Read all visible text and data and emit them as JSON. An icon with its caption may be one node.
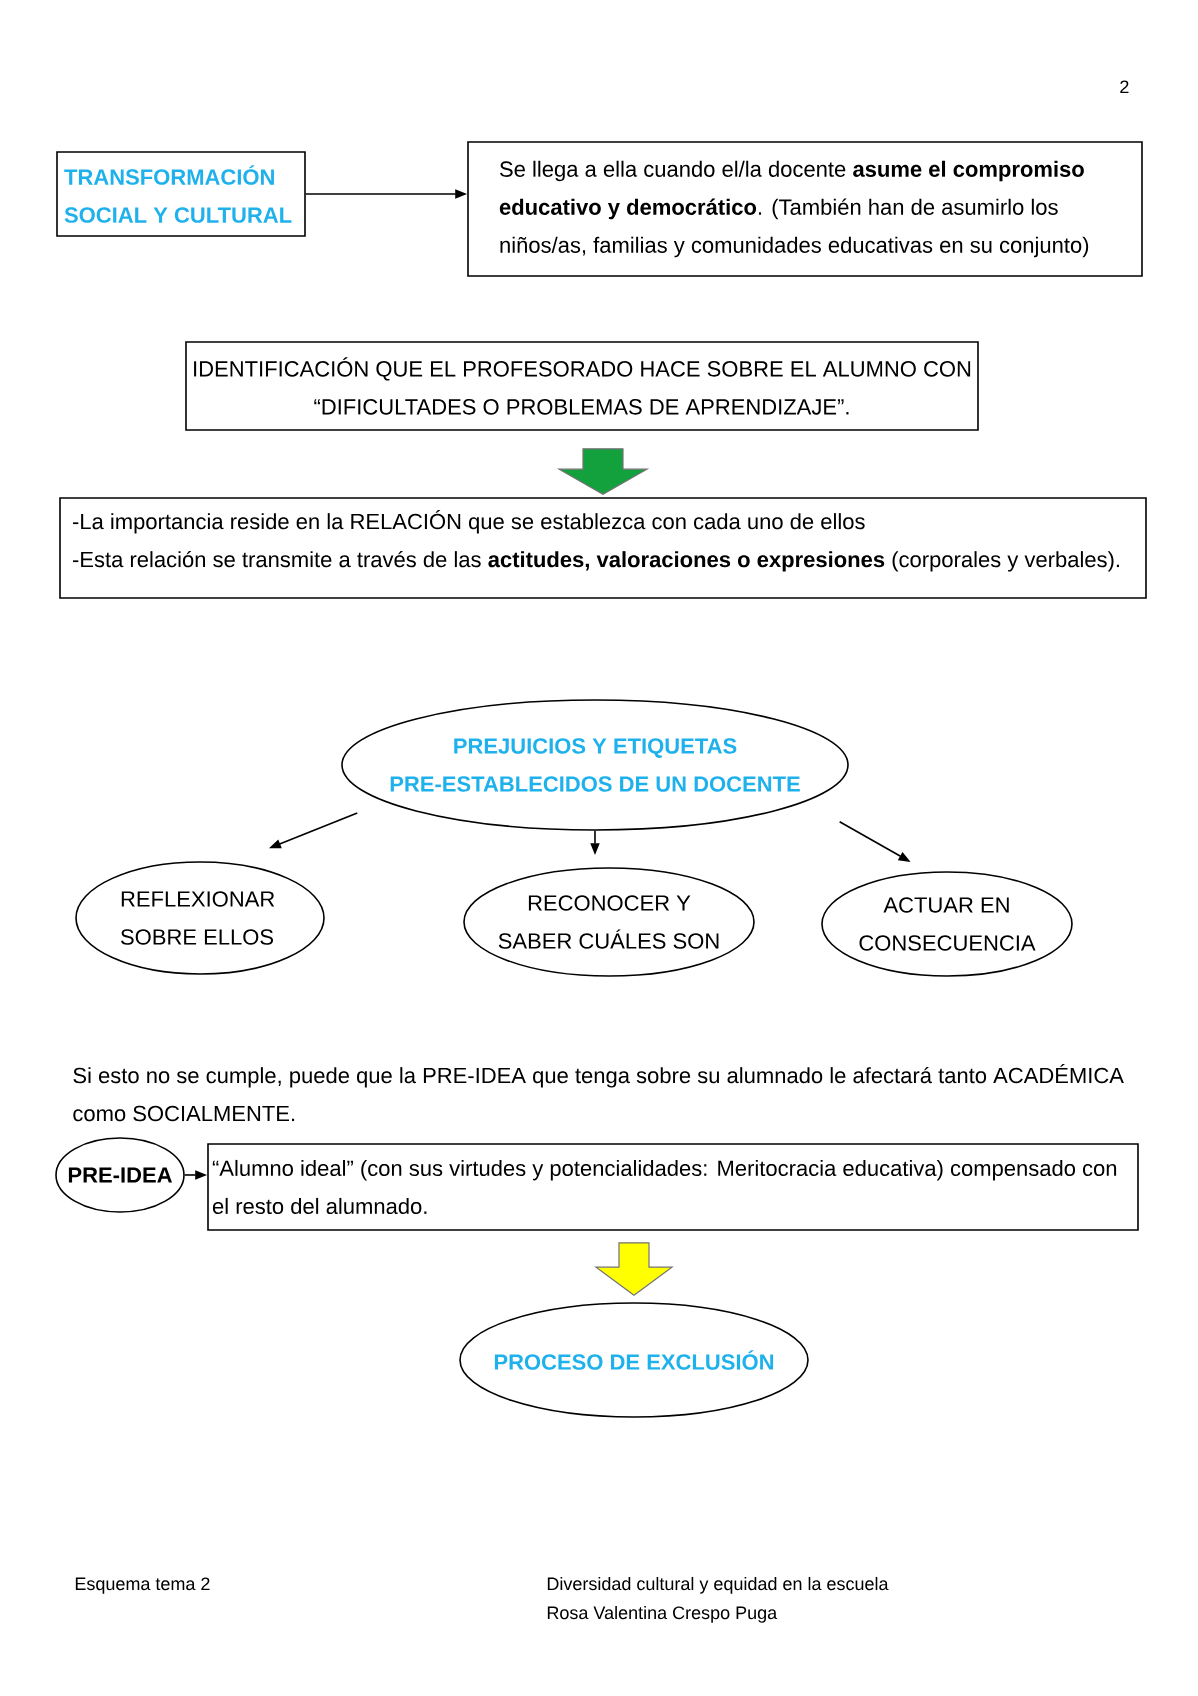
{
  "diagram": {
    "nodes": [
      {
        "text": [
          "TRANSFORMACIÓN SOCIAL Y CULTURAL"
        ]
      },
      {
        "text": [
          "Se llega a ella cuando el/la docente **asume el compromiso educativo y democrático**. (También han de asumirlo los niños/as, familias y comunidades educativas en su conjunto)"
        ]
      },
      {
        "text": [
          "IDENTIFICACIÓN QUE EL PROFESORADO HACE SOBRE EL ALUMNO CON “DIFICULTADES O PROBLEMAS DE APRENDIZAJE”."
        ]
      },
      {
        "text": [
          "-La importancia reside en la RELACIÓN que se establezca con cada uno de ellos",
          "-Esta relación se transmite a través de las **actitudes, valoraciones o expresiones** (corporales y verbales)."
        ]
      },
      {
        "text": [
          "PREJUICIOS Y ETIQUETAS PRE-ESTABLECIDOS DE UN DOCENTE"
        ]
      },
      {
        "text": [
          "REFLEXIONAR SOBRE ELLOS"
        ]
      },
      {
        "text": [
          "RECONOCER Y SABER CUÁLES SON"
        ]
      },
      {
        "text": [
          "ACTUAR EN CONSECUENCIA"
        ]
      },
      {
        "text": [
          "PRE-IDEA"
        ]
      },
      {
        "text": [
          "“Alumno ideal” (con sus virtudes y potencialidades: Meritocracia educativa) compensado con el resto del alumnado."
        ]
      },
      {
        "text": [
          "PROCESO DE EXCLUSIÓN"
        ]
      }
    ],
    "edges": [
      {
        "from": 0,
        "to": 1,
        "arrow": "to"
      },
      {
        "from": 2,
        "to": 3,
        "arrow": "to",
        "style": "thick",
        "color": "#12a13d"
      },
      {
        "from": 4,
        "to": 5,
        "arrow": "to"
      },
      {
        "from": 4,
        "to": 6,
        "arrow": "to"
      },
      {
        "from": 4,
        "to": 7,
        "arrow": "to"
      },
      {
        "from": 8,
        "to": 9,
        "arrow": "to"
      },
      {
        "from": 9,
        "to": 10,
        "arrow": "to",
        "style": "thick",
        "color": "#ffff00"
      }
    ],
    "labels": [
      "2",
      "Si esto no se cumple, puede que la PRE-IDEA que tenga sobre su alumnado le afectará tanto ACADÉMICA como SOCIALMENTE.",
      "Esquema tema 2",
      "Diversidad cultural y equidad en la escuela",
      "Rosa Valentina Crespo Puga"
    ]
  }
}
